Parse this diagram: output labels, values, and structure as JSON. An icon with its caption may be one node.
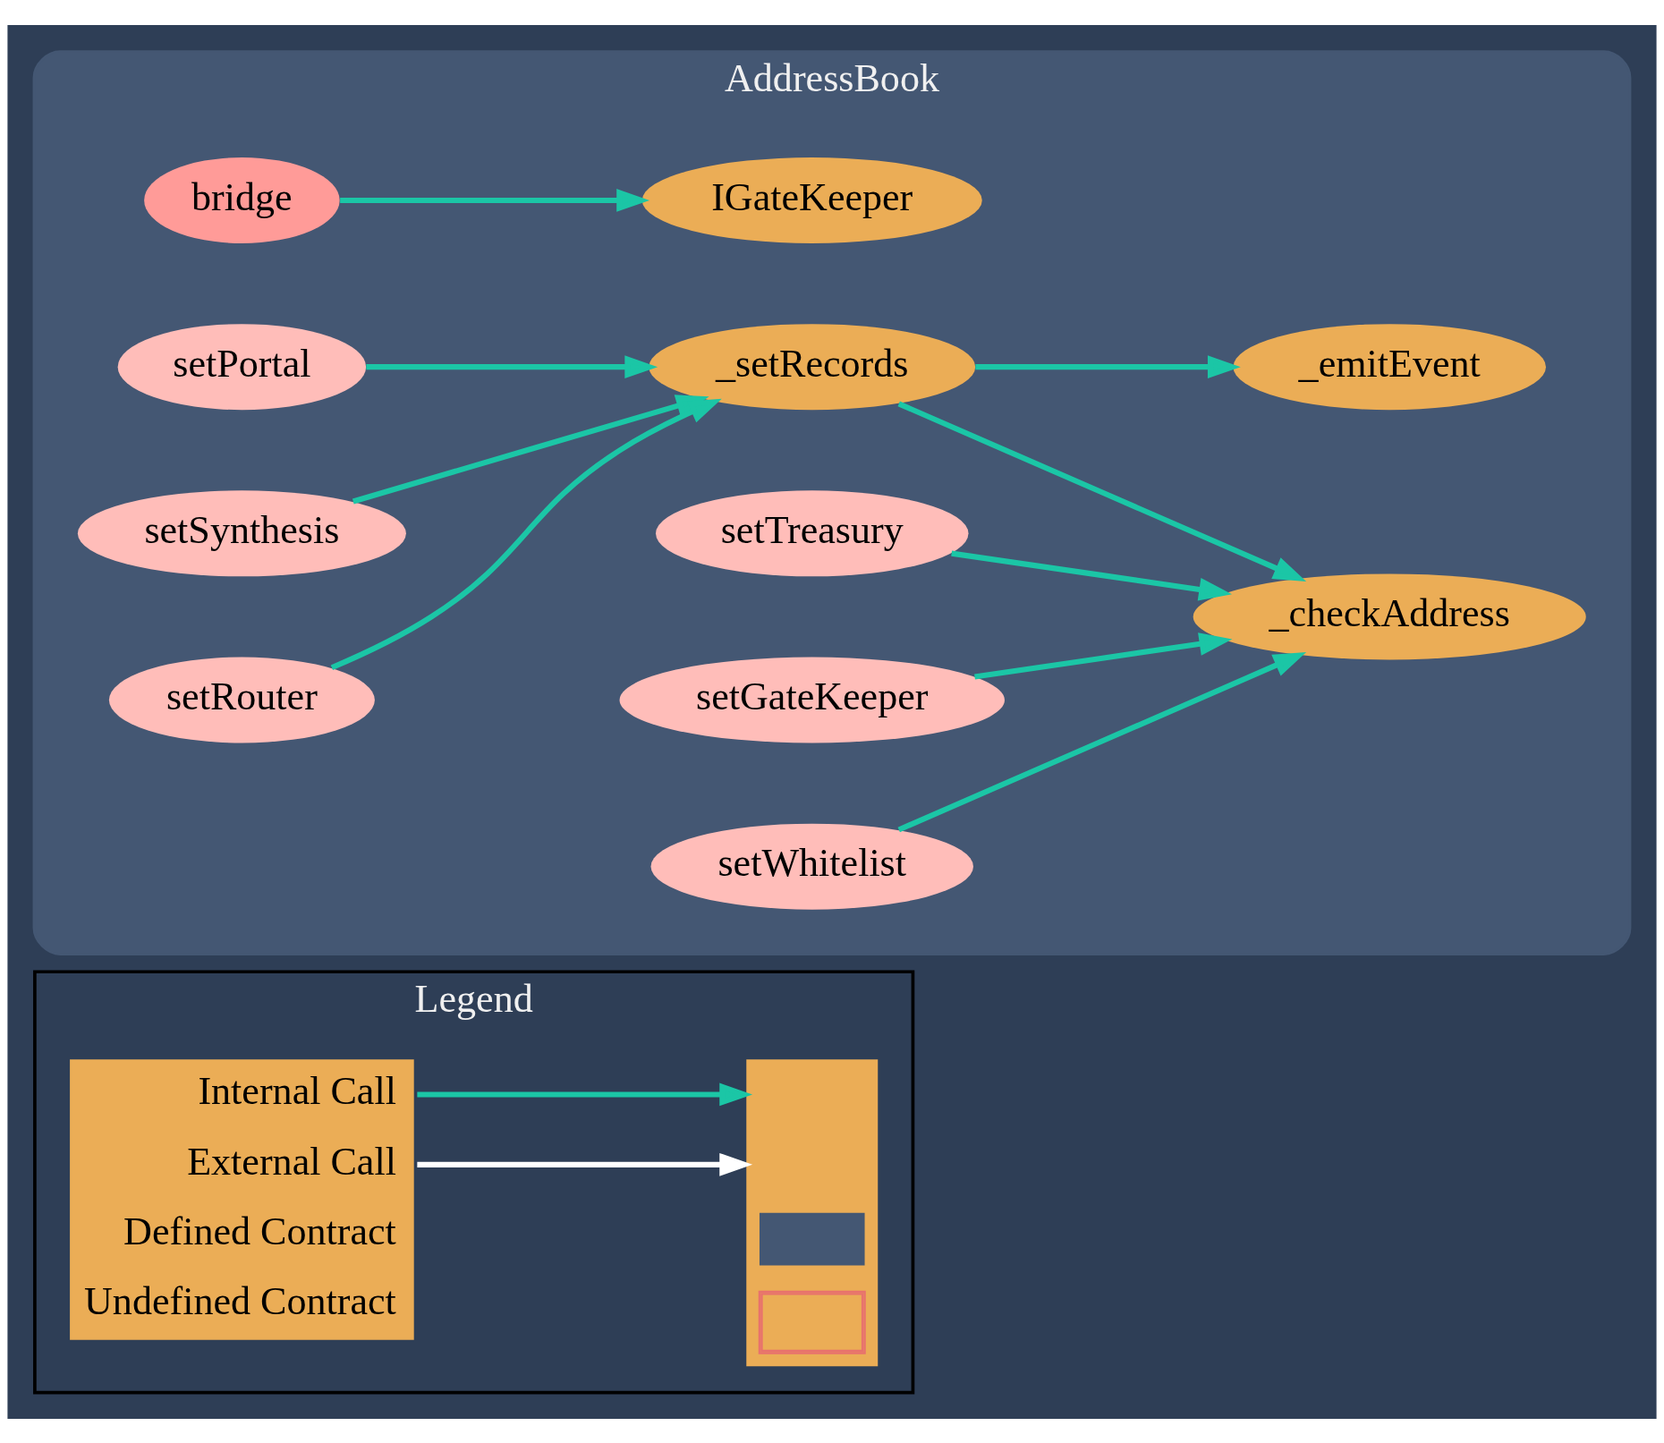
{
  "diagram": {
    "nodes": [
      {
        "text": [
          "Legend"
        ]
      },
      {
        "text": [
          "Internal Call",
          "External Call",
          "Defined Contract",
          "Undefined Contract"
        ],
        "in": 0
      },
      {
        "text": [],
        "shape": "box",
        "in": 0
      },
      {
        "text": [
          "AddressBook"
        ]
      },
      {
        "text": [
          "bridge"
        ],
        "in": 3
      },
      {
        "text": [
          "IGateKeeper"
        ],
        "in": 3
      },
      {
        "text": [
          "setPortal"
        ],
        "in": 3
      },
      {
        "text": [
          "_setRecords"
        ],
        "in": 3
      },
      {
        "text": [
          "_emitEvent"
        ],
        "in": 3
      },
      {
        "text": [
          "setSynthesis"
        ],
        "in": 3
      },
      {
        "text": [
          "setTreasury"
        ],
        "in": 3
      },
      {
        "text": [
          "_checkAddress"
        ],
        "in": 3
      },
      {
        "text": [
          "setRouter"
        ],
        "in": 3
      },
      {
        "text": [
          "setGateKeeper"
        ],
        "in": 3
      },
      {
        "text": [
          "setWhitelist"
        ],
        "in": 3
      }
    ],
    "edges": [
      {
        "from": 1,
        "to": 2,
        "arrow": "to"
      },
      {
        "from": 1,
        "to": 2,
        "arrow": "to",
        "color": "#ffffff"
      },
      {
        "from": 4,
        "to": 5,
        "arrow": "to"
      },
      {
        "from": 6,
        "to": 7,
        "arrow": "to"
      },
      {
        "from": 7,
        "to": 8,
        "arrow": "to"
      },
      {
        "from": 9,
        "to": 7,
        "arrow": "to"
      },
      {
        "from": 12,
        "to": 7,
        "arrow": "to"
      },
      {
        "from": 7,
        "to": 11,
        "arrow": "to"
      },
      {
        "from": 10,
        "to": 11,
        "arrow": "to"
      },
      {
        "from": 13,
        "to": 11,
        "arrow": "to"
      },
      {
        "from": 14,
        "to": 11,
        "arrow": "to"
      }
    ]
  }
}
